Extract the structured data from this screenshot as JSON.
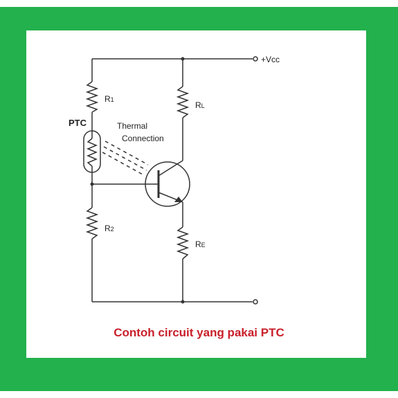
{
  "colors": {
    "border": "#22b14c",
    "wire": "#333333",
    "caption": "#c8202a"
  },
  "labels": {
    "vcc": "+Vcc",
    "r1_main": "R",
    "r1_sub": "1",
    "r2_main": "R",
    "r2_sub": "2",
    "rl_main": "R",
    "rl_sub": "L",
    "re_main": "R",
    "re_sub": "E",
    "ptc": "PTC",
    "thermal_line1": "Thermal",
    "thermal_line2": "Connection"
  },
  "caption": "Contoh circuit yang pakai PTC"
}
